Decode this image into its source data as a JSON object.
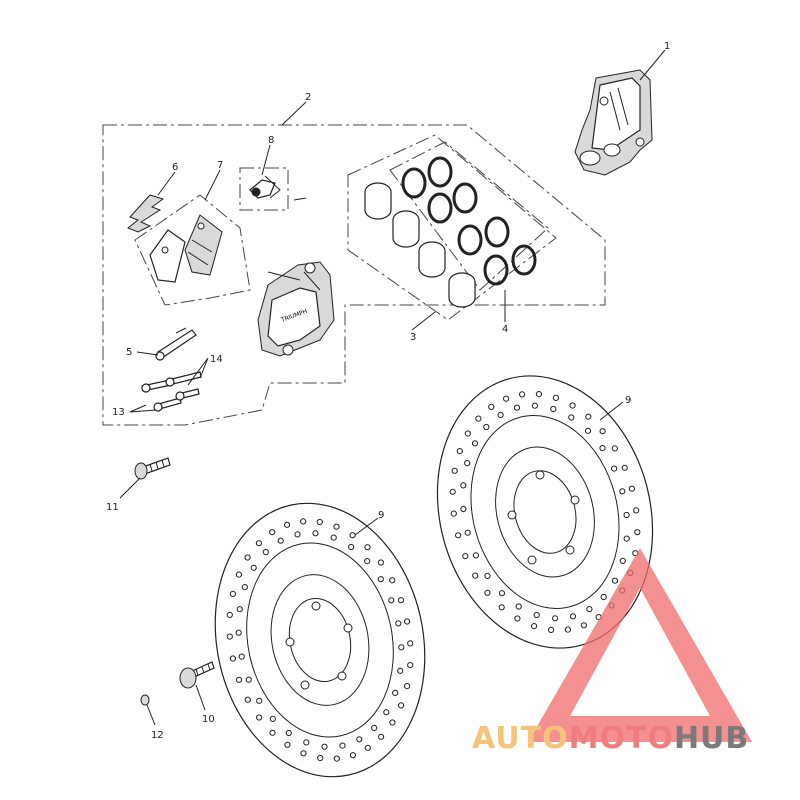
{
  "diagram": {
    "callouts": {
      "c1": "1",
      "c2": "2",
      "c3": "3",
      "c4": "4",
      "c5": "5",
      "c6": "6",
      "c7": "7",
      "c8": "8",
      "c9a": "9",
      "c9b": "9",
      "c10": "10",
      "c11": "11",
      "c12": "12",
      "c13": "13",
      "c14": "14"
    }
  },
  "watermark": {
    "part1": "AUTO",
    "part2": "MOTO",
    "part3": "HUB",
    "colors": {
      "auto": "#f5c37a",
      "moto": "#f07d7d",
      "hub": "#7a7a7a",
      "triangle": "#f26b6b"
    }
  }
}
